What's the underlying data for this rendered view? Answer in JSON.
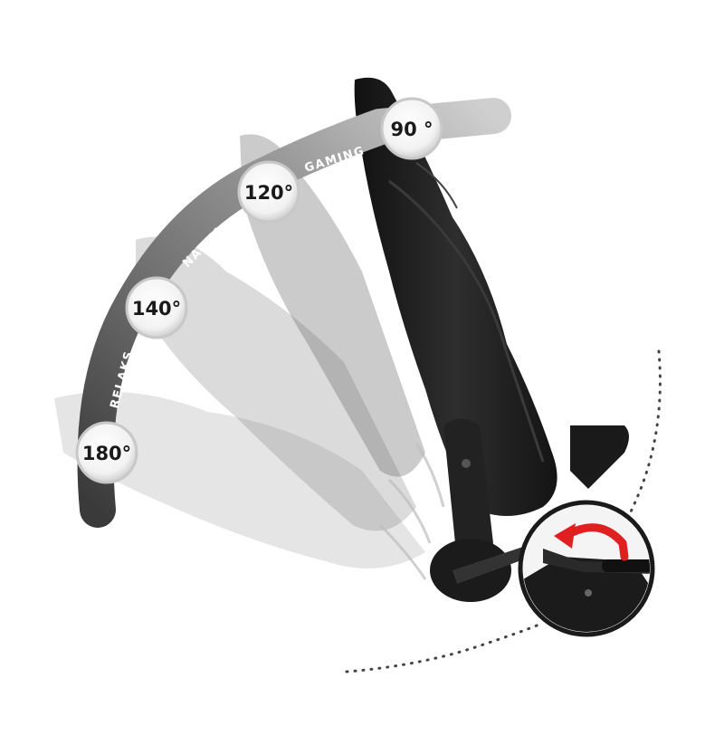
{
  "positions": [
    {
      "angle": "90 °",
      "mode": "GAMING"
    },
    {
      "angle": "120°",
      "mode": "NAUKA"
    },
    {
      "angle": "140°",
      "mode": "RELAKS"
    },
    {
      "angle": "180°",
      "mode": ""
    }
  ],
  "colors": {
    "arc_dark": "#3c3c3c",
    "arc_mid": "#7d7d7d",
    "arc_light": "#a9a9a9",
    "arc_pale": "#c9c9c9",
    "badge_ring": "#d8d8d8",
    "rotate_arrow": "#e02020",
    "chair_dark": "#1e1e1e"
  },
  "icons": {
    "lever": "recline-lever-icon",
    "rotate": "rotate-arrow-icon"
  }
}
